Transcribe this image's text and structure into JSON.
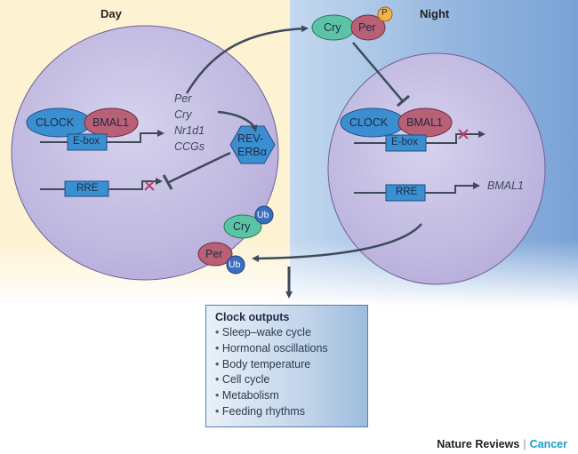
{
  "panels": {
    "day": "Day",
    "night": "Night"
  },
  "colors": {
    "day_bg": "#fdf3d4",
    "night_bg": "#8fb3dd",
    "cell": "#c9c3e4",
    "clock": "#3a8fd0",
    "bmal1": "#b86076",
    "cry": "#5cc4a4",
    "per": "#b86076",
    "ub": "#3a6fc0",
    "p_badge": "#f0b24a",
    "rev": "#3a8fd0"
  },
  "day": {
    "clock": "CLOCK",
    "bmal1": "BMAL1",
    "ebox": "E-box",
    "rre": "RRE",
    "targets": [
      "Per",
      "Cry",
      "Nr1d1",
      "CCGs"
    ],
    "rev_line1": "REV-",
    "rev_line2": "ERBα"
  },
  "night": {
    "clock": "CLOCK",
    "bmal1": "BMAL1",
    "ebox": "E-box",
    "rre": "RRE",
    "target": "BMAL1"
  },
  "complex_top": {
    "cry": "Cry",
    "per": "Per",
    "p": "P"
  },
  "degraded": {
    "cry": "Cry",
    "per": "Per",
    "ub1": "Ub",
    "ub2": "Ub"
  },
  "outputs": {
    "title": "Clock outputs",
    "items": [
      "Sleep–wake cycle",
      "Hormonal oscillations",
      "Body temperature",
      "Cell cycle",
      "Metabolism",
      "Feeding rhythms"
    ]
  },
  "footer": {
    "journal": "Nature Reviews",
    "section": "Cancer"
  }
}
